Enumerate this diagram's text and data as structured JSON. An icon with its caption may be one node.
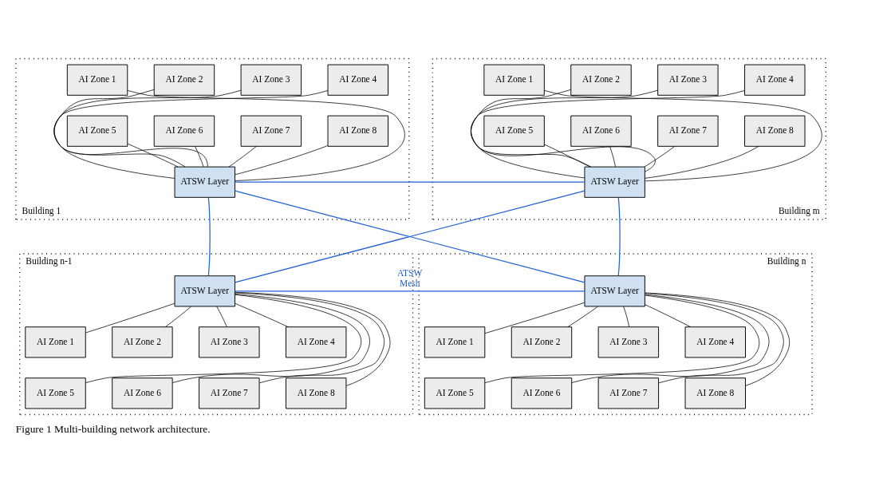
{
  "diagram": {
    "caption": "Figure 1 Multi-building network architecture.",
    "nodes": [
      {
        "text": [
          "Building 1"
        ]
      },
      {
        "text": [
          "AI Zone 1"
        ],
        "in": 0
      },
      {
        "text": [
          "AI Zone 2"
        ],
        "in": 0
      },
      {
        "text": [
          "AI Zone 3"
        ],
        "in": 0
      },
      {
        "text": [
          "AI Zone 4"
        ],
        "in": 0
      },
      {
        "text": [
          "AI Zone 5"
        ],
        "in": 0
      },
      {
        "text": [
          "AI Zone 6"
        ],
        "in": 0
      },
      {
        "text": [
          "AI Zone 7"
        ],
        "in": 0
      },
      {
        "text": [
          "AI Zone 8"
        ],
        "in": 0
      },
      {
        "text": [
          "ATSW Layer"
        ],
        "in": 0
      },
      {
        "text": [
          "Building m"
        ]
      },
      {
        "text": [
          "AI Zone 1"
        ],
        "in": 10
      },
      {
        "text": [
          "AI Zone 2"
        ],
        "in": 10
      },
      {
        "text": [
          "AI Zone 3"
        ],
        "in": 10
      },
      {
        "text": [
          "AI Zone 4"
        ],
        "in": 10
      },
      {
        "text": [
          "AI Zone 5"
        ],
        "in": 10
      },
      {
        "text": [
          "AI Zone 6"
        ],
        "in": 10
      },
      {
        "text": [
          "AI Zone 7"
        ],
        "in": 10
      },
      {
        "text": [
          "AI Zone 8"
        ],
        "in": 10
      },
      {
        "text": [
          "ATSW Layer"
        ],
        "in": 10
      },
      {
        "text": [
          "Building n-1"
        ]
      },
      {
        "text": [
          "ATSW Layer"
        ],
        "in": 20
      },
      {
        "text": [
          "AI Zone 1"
        ],
        "in": 20
      },
      {
        "text": [
          "AI Zone 2"
        ],
        "in": 20
      },
      {
        "text": [
          "AI Zone 3"
        ],
        "in": 20
      },
      {
        "text": [
          "AI Zone 4"
        ],
        "in": 20
      },
      {
        "text": [
          "AI Zone 5"
        ],
        "in": 20
      },
      {
        "text": [
          "AI Zone 6"
        ],
        "in": 20
      },
      {
        "text": [
          "AI Zone 7"
        ],
        "in": 20
      },
      {
        "text": [
          "AI Zone 8"
        ],
        "in": 20
      },
      {
        "text": [
          "Building n"
        ]
      },
      {
        "text": [
          "ATSW Layer"
        ],
        "in": 30
      },
      {
        "text": [
          "AI Zone 1"
        ],
        "in": 30
      },
      {
        "text": [
          "AI Zone 2"
        ],
        "in": 30
      },
      {
        "text": [
          "AI Zone 3"
        ],
        "in": 30
      },
      {
        "text": [
          "AI Zone 4"
        ],
        "in": 30
      },
      {
        "text": [
          "AI Zone 5"
        ],
        "in": 30
      },
      {
        "text": [
          "AI Zone 6"
        ],
        "in": 30
      },
      {
        "text": [
          "AI Zone 7"
        ],
        "in": 30
      },
      {
        "text": [
          "AI Zone 8"
        ],
        "in": 30
      }
    ],
    "edges": [
      {
        "from": 9,
        "to": 1,
        "arrow": "none"
      },
      {
        "from": 9,
        "to": 2,
        "arrow": "none"
      },
      {
        "from": 9,
        "to": 3,
        "arrow": "none"
      },
      {
        "from": 9,
        "to": 4,
        "arrow": "none"
      },
      {
        "from": 9,
        "to": 5,
        "arrow": "none"
      },
      {
        "from": 9,
        "to": 6,
        "arrow": "none"
      },
      {
        "from": 9,
        "to": 7,
        "arrow": "none"
      },
      {
        "from": 9,
        "to": 8,
        "arrow": "none"
      },
      {
        "from": 19,
        "to": 11,
        "arrow": "none"
      },
      {
        "from": 19,
        "to": 12,
        "arrow": "none"
      },
      {
        "from": 19,
        "to": 13,
        "arrow": "none"
      },
      {
        "from": 19,
        "to": 14,
        "arrow": "none"
      },
      {
        "from": 19,
        "to": 15,
        "arrow": "none"
      },
      {
        "from": 19,
        "to": 16,
        "arrow": "none"
      },
      {
        "from": 19,
        "to": 17,
        "arrow": "none"
      },
      {
        "from": 19,
        "to": 18,
        "arrow": "none"
      },
      {
        "from": 21,
        "to": 22,
        "arrow": "none"
      },
      {
        "from": 21,
        "to": 23,
        "arrow": "none"
      },
      {
        "from": 21,
        "to": 24,
        "arrow": "none"
      },
      {
        "from": 21,
        "to": 25,
        "arrow": "none"
      },
      {
        "from": 21,
        "to": 26,
        "arrow": "none"
      },
      {
        "from": 21,
        "to": 27,
        "arrow": "none"
      },
      {
        "from": 21,
        "to": 28,
        "arrow": "none"
      },
      {
        "from": 21,
        "to": 29,
        "arrow": "none"
      },
      {
        "from": 31,
        "to": 32,
        "arrow": "none"
      },
      {
        "from": 31,
        "to": 33,
        "arrow": "none"
      },
      {
        "from": 31,
        "to": 34,
        "arrow": "none"
      },
      {
        "from": 31,
        "to": 35,
        "arrow": "none"
      },
      {
        "from": 31,
        "to": 36,
        "arrow": "none"
      },
      {
        "from": 31,
        "to": 37,
        "arrow": "none"
      },
      {
        "from": 31,
        "to": 38,
        "arrow": "none"
      },
      {
        "from": 31,
        "to": 39,
        "arrow": "none"
      },
      {
        "from": 9,
        "to": 19,
        "arrow": "none",
        "color": "#1f5fd6"
      },
      {
        "from": 9,
        "to": 31,
        "arrow": "none",
        "color": "#1f5fd6"
      },
      {
        "from": 9,
        "to": 21,
        "arrow": "none",
        "color": "#1f5fd6"
      },
      {
        "from": 19,
        "to": 21,
        "arrow": "none",
        "color": "#1f5fd6"
      },
      {
        "from": 19,
        "to": 31,
        "arrow": "none",
        "color": "#1f5fd6"
      },
      {
        "from": 21,
        "to": 31,
        "arrow": "none",
        "color": "#1f5fd6",
        "label": "ATSW Mesh"
      }
    ]
  }
}
